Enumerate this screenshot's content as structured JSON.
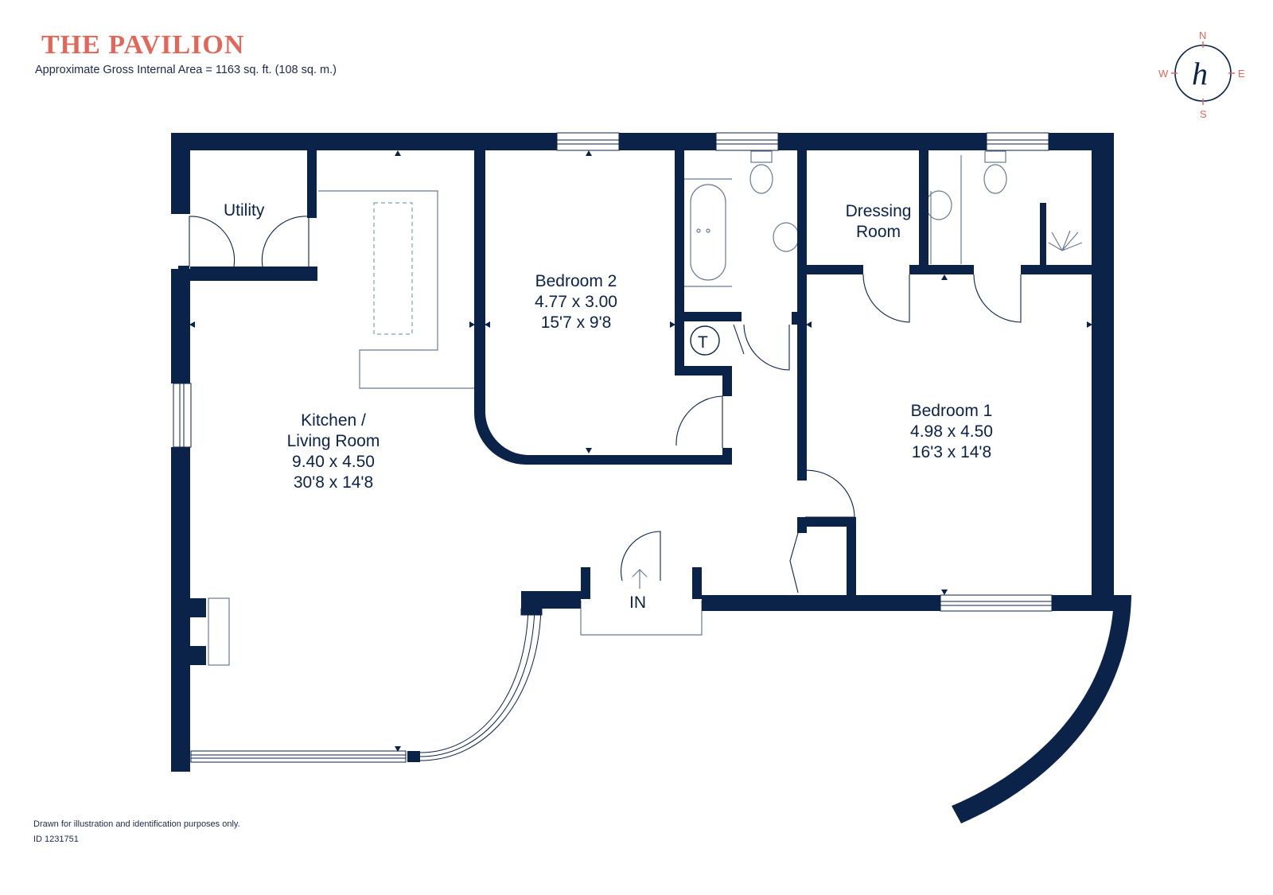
{
  "header": {
    "title": "THE PAVILION",
    "area": "Approximate Gross Internal Area = 1163 sq. ft. (108 sq. m.)"
  },
  "compass": {
    "n": "N",
    "s": "S",
    "e": "E",
    "w": "W",
    "logo": "h"
  },
  "rooms": {
    "utility": {
      "name": "Utility"
    },
    "bedroom2": {
      "name": "Bedroom 2",
      "metric": "4.77 x 3.00",
      "imperial": "15'7 x 9'8"
    },
    "dressing": {
      "name1": "Dressing",
      "name2": "Room"
    },
    "kitchen": {
      "name1": "Kitchen /",
      "name2": "Living Room",
      "metric": "9.40 x 4.50",
      "imperial": "30'8 x 14'8"
    },
    "bedroom1": {
      "name": "Bedroom 1",
      "metric": "4.98 x 4.50",
      "imperial": "16'3 x 14'8"
    },
    "tank": {
      "label": "T"
    },
    "entrance": {
      "label": "IN"
    }
  },
  "footer": {
    "disclaimer": "Drawn for illustration and identification purposes only.",
    "id": "ID 1231751"
  },
  "colors": {
    "wall": "#0b2249",
    "accent": "#e2675a",
    "fixture": "#6b7a8f"
  }
}
